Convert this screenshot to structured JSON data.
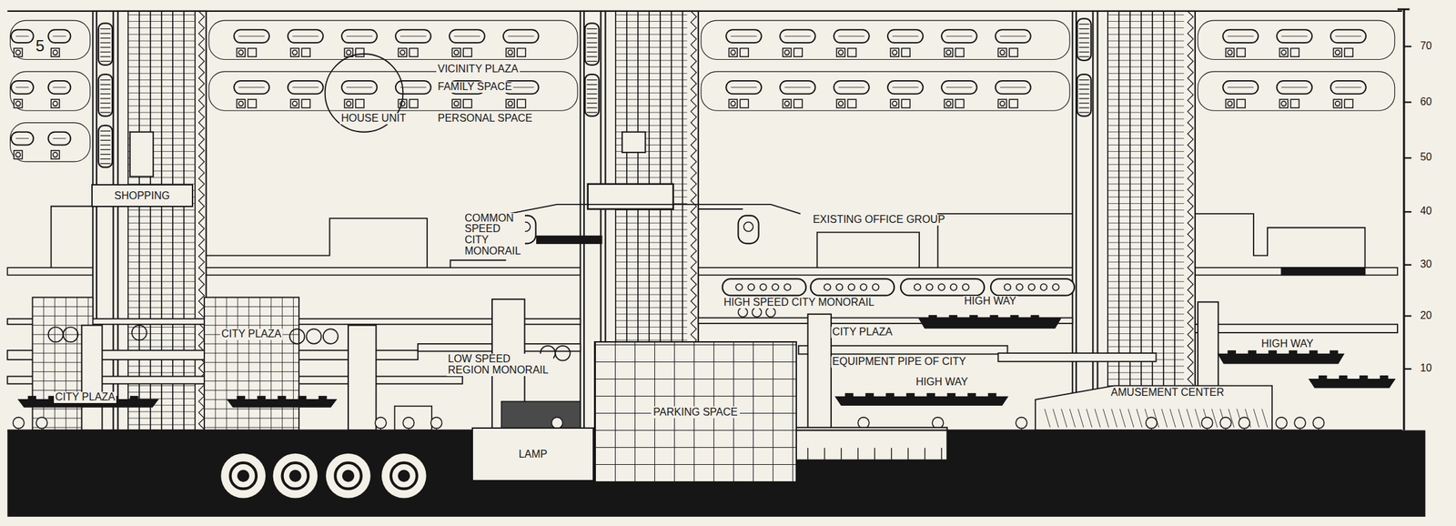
{
  "diagram": {
    "nodes": [
      {
        "text": [
          "SHOPPING"
        ]
      },
      {
        "text": [
          "PARKING SPACE"
        ]
      },
      {
        "text": [
          "LAMP"
        ]
      }
    ],
    "labels": [
      "5",
      "VICINITY PLAZA",
      "FAMILY SPACE",
      "HOUSE UNIT",
      "PERSONAL SPACE",
      "COMMON SPEED CITY MONORAIL",
      "EXISTING OFFICE GROUP",
      "HIGH SPEED CITY MONORAIL",
      "HIGH WAY",
      "CITY PLAZA",
      "LOW SPEED REGION MONORAIL",
      "CITY PLAZA",
      "EQUIPMENT PIPE OF CITY",
      "HIGH WAY",
      "AMUSEMENT CENTER",
      "HIGH WAY",
      "CITY PLAZA",
      "70",
      "60",
      "50",
      "40",
      "30",
      "20",
      "10"
    ]
  }
}
